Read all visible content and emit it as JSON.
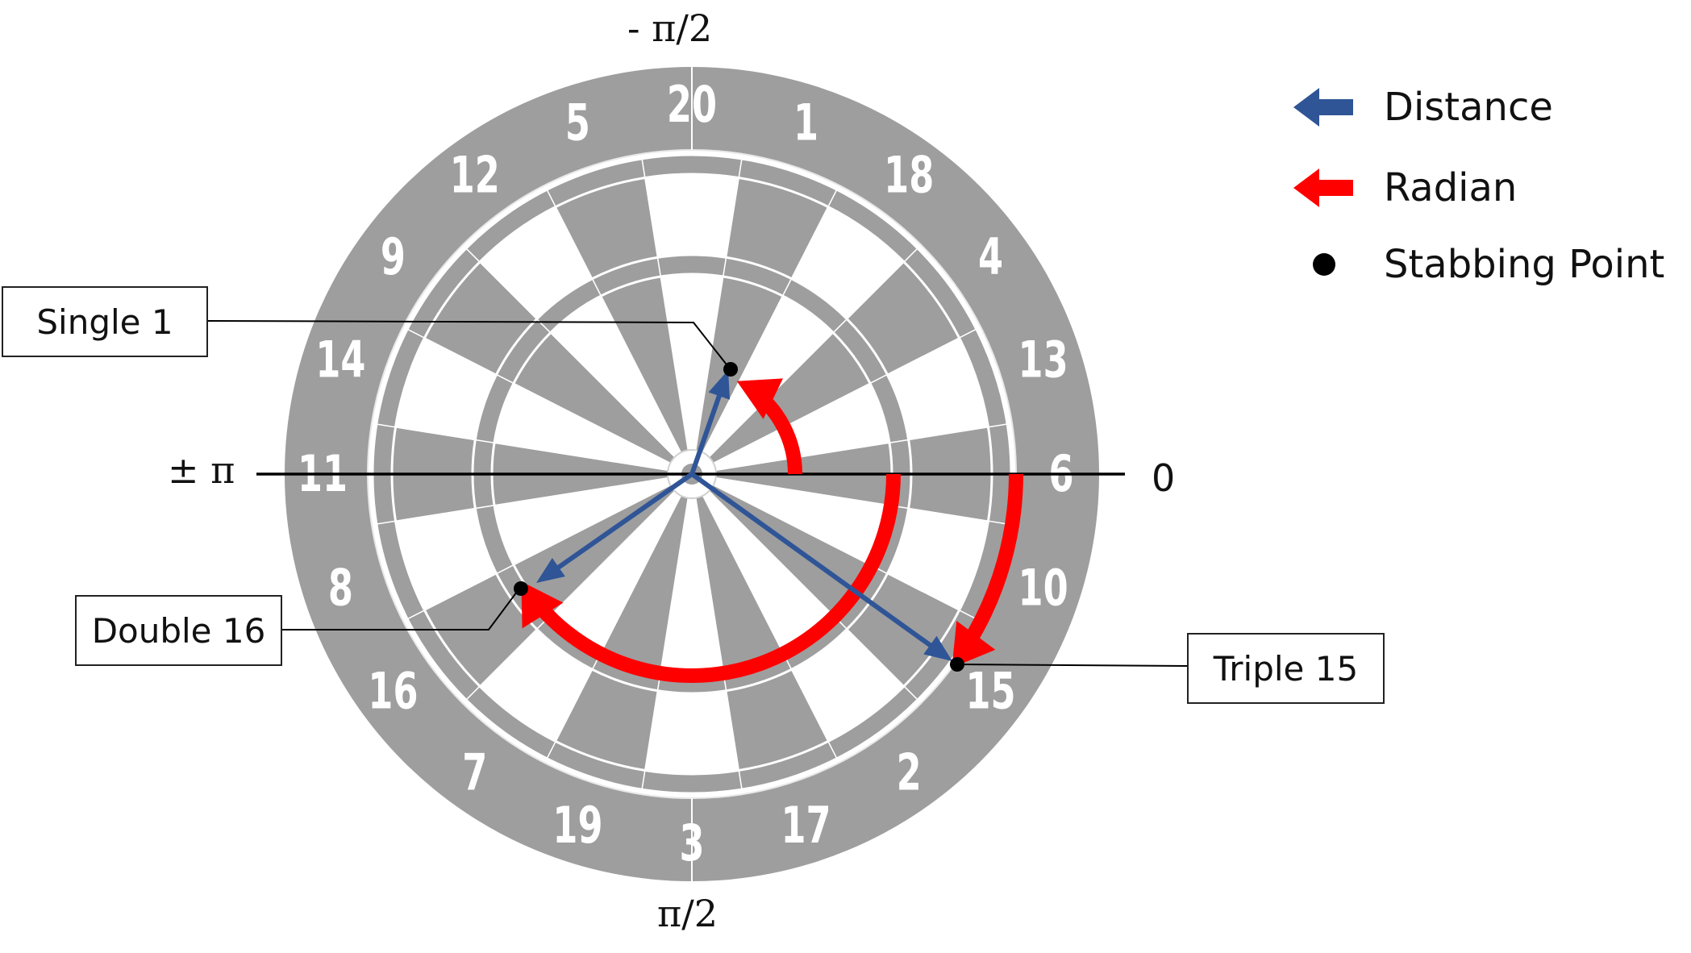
{
  "dartboard": {
    "sector_numbers": [
      "20",
      "1",
      "18",
      "4",
      "13",
      "6",
      "10",
      "15",
      "2",
      "17",
      "3",
      "19",
      "7",
      "16",
      "8",
      "11",
      "14",
      "9",
      "12",
      "5"
    ]
  },
  "axis_labels": {
    "top": "- π/2",
    "left": "± π",
    "right": "0",
    "bottom": "π/2"
  },
  "legend": {
    "distance": "Distance",
    "radian": "Radian",
    "stabbing_point": "Stabbing Point"
  },
  "callouts": {
    "single": "Single 1",
    "double": "Double 16",
    "triple": "Triple 15"
  },
  "colors": {
    "board_gray": "#9e9e9e",
    "board_white": "#ffffff",
    "distance_arrow": "#2f5597",
    "radian_arrow": "#ff0000",
    "point": "#000000"
  }
}
